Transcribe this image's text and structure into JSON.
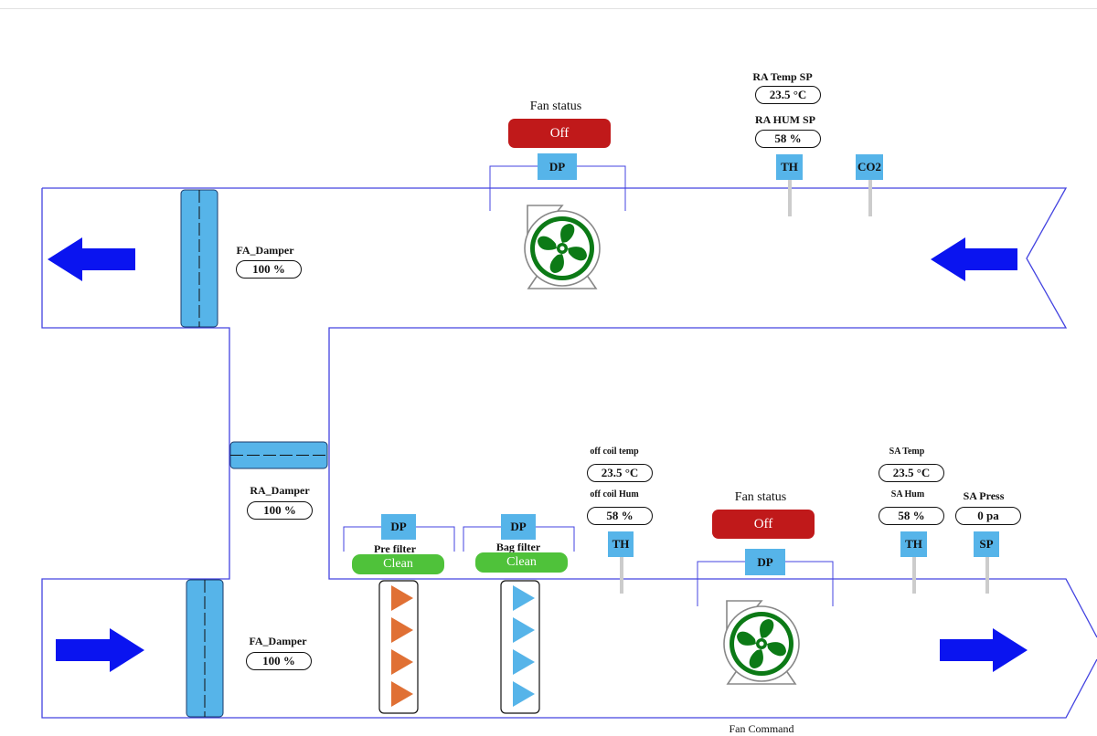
{
  "colors": {
    "duct_outline": "#4343e0",
    "airflow_arrow": "#0a14f0",
    "damper_fill": "#56b4e9",
    "tag_fill": "#56b4e9",
    "fan_status_off": "#c0191a",
    "filter_clean": "#4fc23a",
    "fan_wheel": "#0c7a16",
    "prefilter_triangles": "#e07034",
    "bagfilter_triangles": "#56b4e9",
    "sensor_stem": "#cccccc"
  },
  "return_section": {
    "fan_status_label": "Fan status",
    "fan_status_value": "Off",
    "fan_dp_tag": "DP",
    "ra_temp_sp_label": "RA Temp SP",
    "ra_temp_sp_value": "23.5 °C",
    "ra_hum_sp_label": "RA HUM SP",
    "ra_hum_sp_value": "58 %",
    "th_tag": "TH",
    "co2_tag": "CO2",
    "damper_label": "FA_Damper",
    "damper_value": "100 %",
    "fan_icon": "fan-icon",
    "arrow_icon": "arrow-left-icon"
  },
  "mixing": {
    "ra_damper_label": "RA_Damper",
    "ra_damper_value": "100 %"
  },
  "supply_section": {
    "damper_label": "FA_Damper",
    "damper_value": "100 %",
    "pre_filter": {
      "dp_tag": "DP",
      "label": "Pre filter",
      "status": "Clean"
    },
    "bag_filter": {
      "dp_tag": "DP",
      "label": "Bag filter",
      "status": "Clean"
    },
    "off_coil_temp_label": "off coil temp",
    "off_coil_temp_value": "23.5 °C",
    "off_coil_hum_label": "off coil Hum",
    "off_coil_hum_value": "58 %",
    "off_coil_th_tag": "TH",
    "fan_status_label": "Fan status",
    "fan_status_value": "Off",
    "fan_dp_tag": "DP",
    "fan_command_label": "Fan Command",
    "sa_temp_label": "SA Temp",
    "sa_temp_value": "23.5 °C",
    "sa_hum_label": "SA Hum",
    "sa_hum_value": "58 %",
    "sa_th_tag": "TH",
    "sa_press_label": "SA Press",
    "sa_press_value": "0 pa",
    "sp_tag": "SP",
    "fan_icon": "fan-icon",
    "arrow_icon": "arrow-right-icon"
  }
}
